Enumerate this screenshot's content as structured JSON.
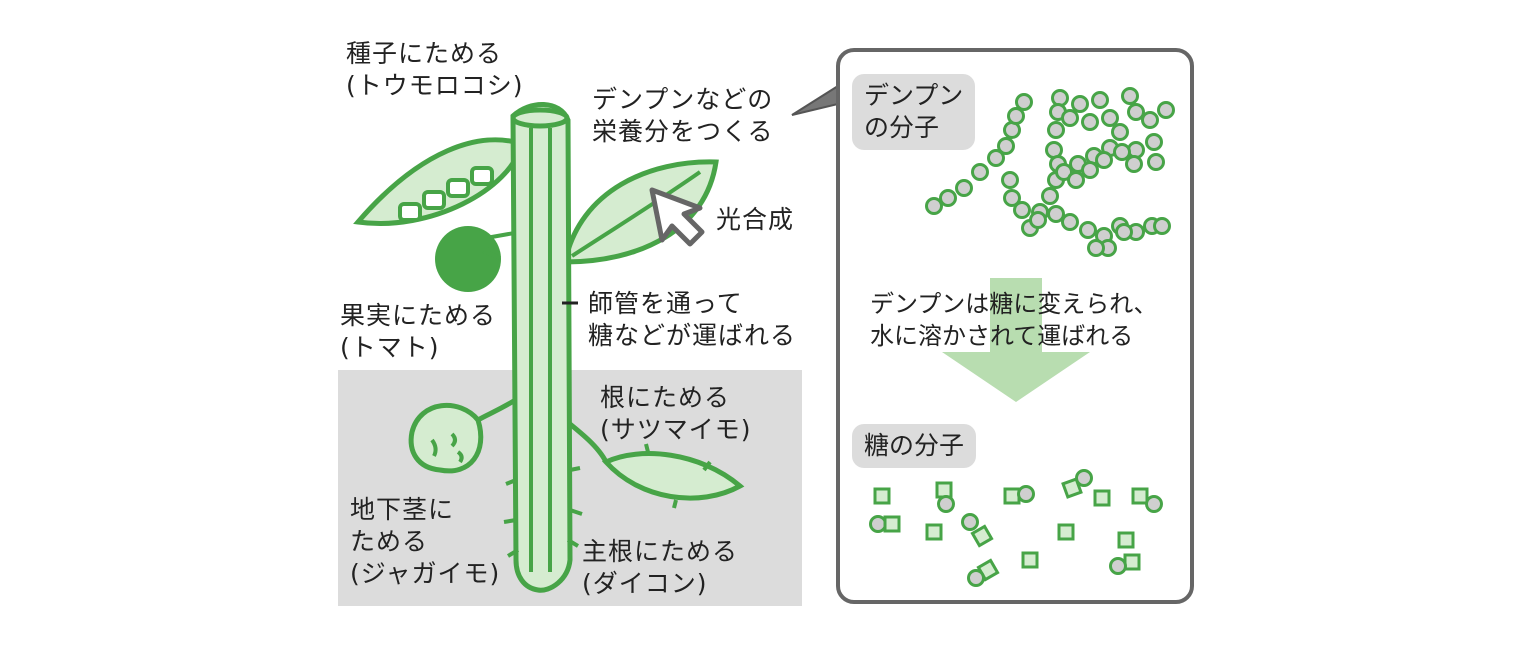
{
  "plant": {
    "seed_label": [
      "種子にためる",
      "(トウモロコシ)"
    ],
    "fruit_label": [
      "果実にためる",
      "(トマト)"
    ],
    "starch_make_label": [
      "デンプンなどの",
      "栄養分をつくる"
    ],
    "photosynthesis_label": "光合成",
    "phloem_label": [
      "師管を通って",
      "糖などが運ばれる"
    ],
    "root_store_label": [
      "根にためる",
      "(サツマイモ)"
    ],
    "tuber_label": [
      "地下茎に",
      "ためる",
      "(ジャガイモ)"
    ],
    "taproot_label": [
      "主根にためる",
      "(ダイコン)"
    ]
  },
  "panel": {
    "starch_title": [
      "デンプン",
      "の分子"
    ],
    "conversion_text": [
      "デンプンは糖に変えられ、",
      "水に溶かされて運ばれる"
    ],
    "sugar_title": "糖の分子"
  },
  "colors": {
    "green": "#47a447",
    "light_green": "#d5ecd0",
    "dark_green": "#3f9a3f",
    "gray_bg": "#dcdcdc",
    "arrow_green": "#b8ddb0"
  }
}
